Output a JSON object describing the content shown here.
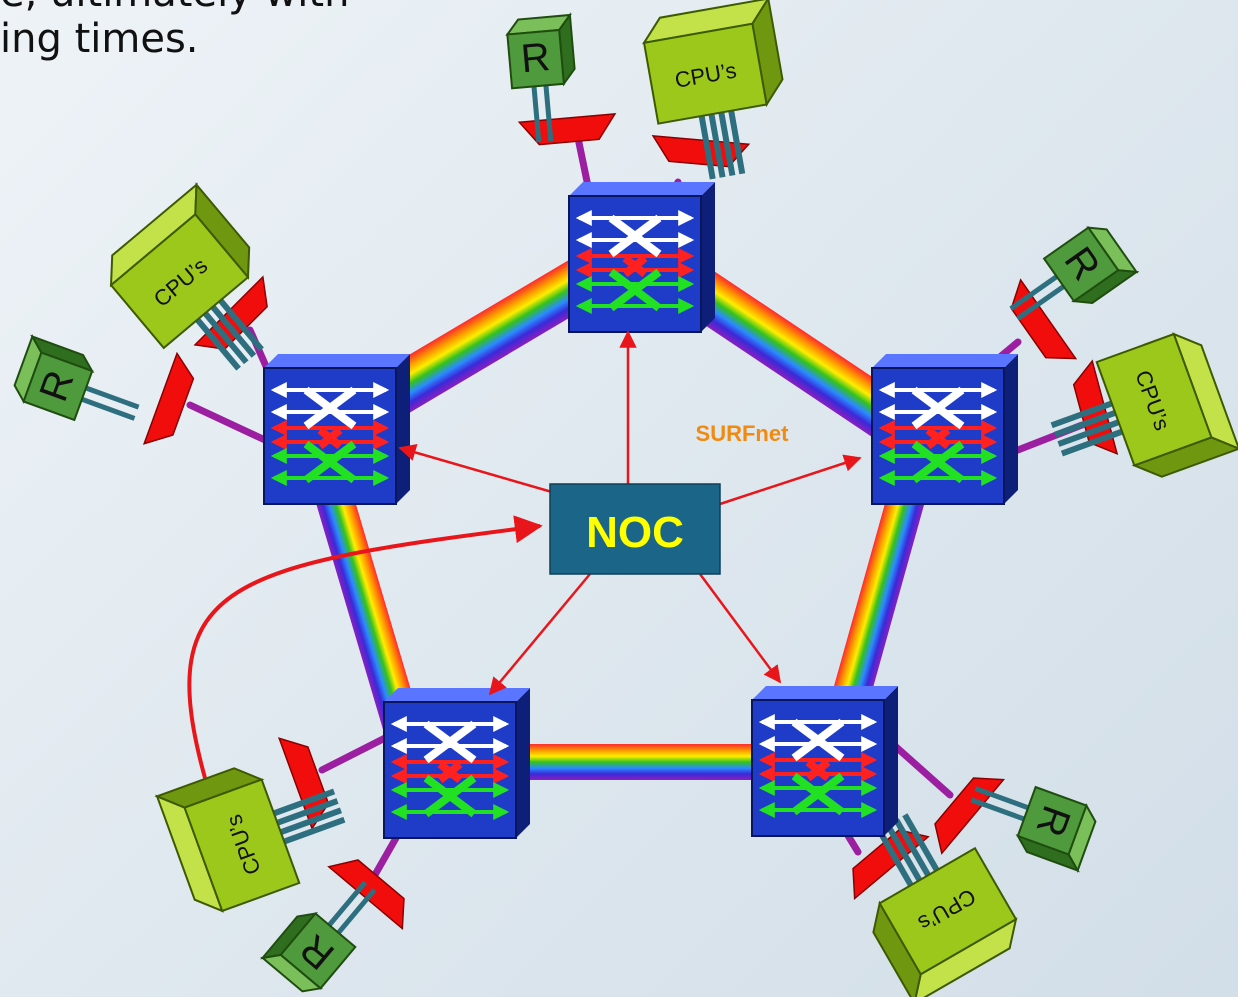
{
  "caption": {
    "line1": "e, ultimately with",
    "line2": "ing times."
  },
  "labels": {
    "noc": "NOC",
    "network": "SURFnet",
    "cpu": "CPU’s",
    "router": "R"
  },
  "colors": {
    "background": "#dfe8ef",
    "switch_face": "#1e3cc8",
    "noc_box": "#1b6688",
    "noc_text": "#ffff00",
    "network_label": "#f08a10",
    "control_arrow": "#e8161b",
    "access_link": "#9b1fa0",
    "transceiver": "#f20d0d",
    "cpu_box": "#9cc81c",
    "router_box": "#4e9a3c"
  },
  "icons": [
    "optical-switch-icon",
    "cpu-cluster-icon",
    "router-icon",
    "transceiver-icon"
  ]
}
